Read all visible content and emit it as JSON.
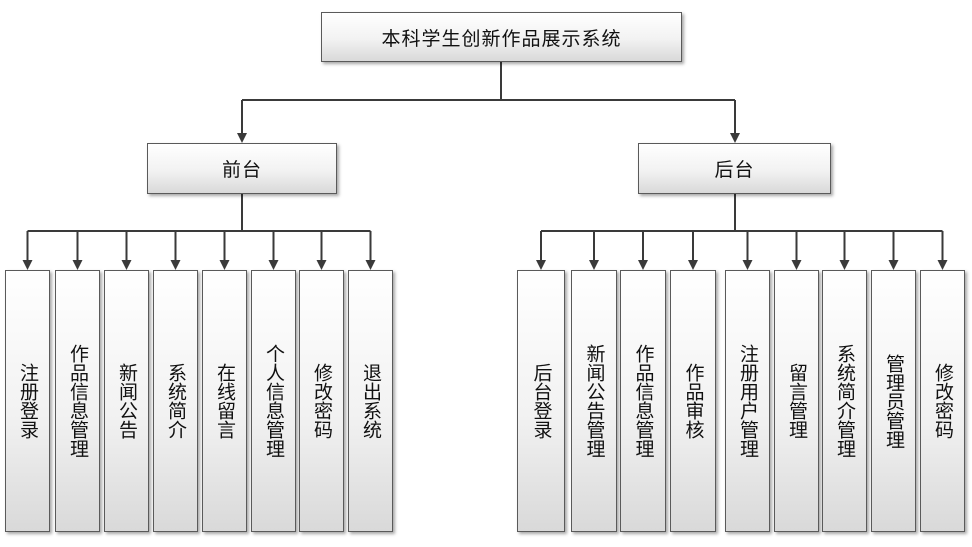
{
  "root": {
    "label": "本科学生创新作品展示系统"
  },
  "groups": [
    {
      "label": "前台",
      "items": [
        "注册登录",
        "作品信息管理",
        "新闻公告",
        "系统简介",
        "在线留言",
        "个人信息管理",
        "修改密码",
        "退出系统"
      ]
    },
    {
      "label": "后台",
      "items": [
        "后台登录",
        "新闻公告管理",
        "作品信息管理",
        "作品审核",
        "注册用户管理",
        "留言管理",
        "系统简介管理",
        "管理员管理",
        "修改密码"
      ]
    }
  ],
  "colors": {
    "line": "#3a3a3a",
    "border": "#5a5a5a",
    "fill_top": "#ffffff",
    "fill_bottom": "#d9d9d9"
  }
}
